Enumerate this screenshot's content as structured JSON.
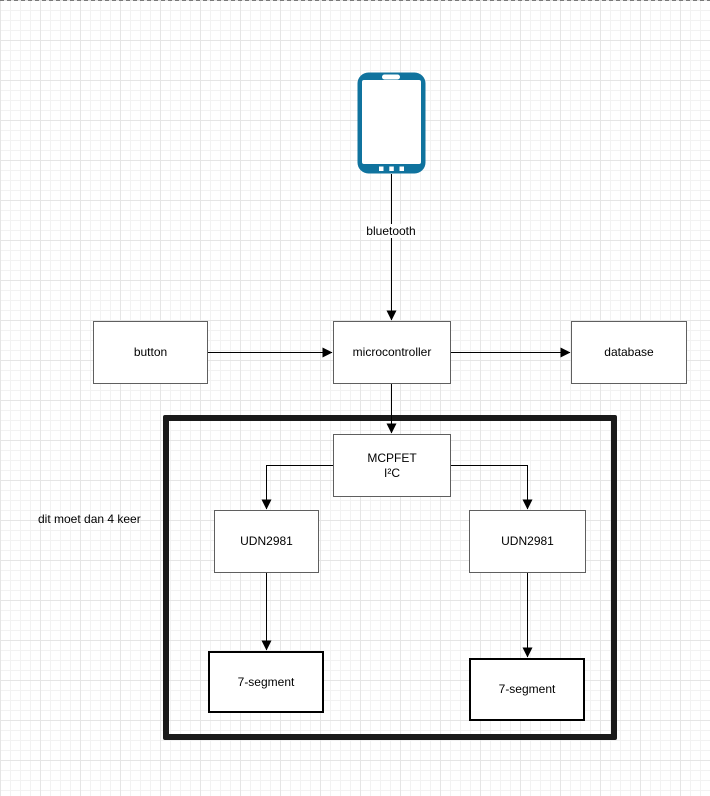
{
  "diagram": {
    "nodes": {
      "button": {
        "label": "button"
      },
      "microcontroller": {
        "label": "microcontroller"
      },
      "database": {
        "label": "database"
      },
      "mcpfet": {
        "line1": "MCPFET",
        "line2": "I²C"
      },
      "udn_left": {
        "label": "UDN2981"
      },
      "udn_right": {
        "label": "UDN2981"
      },
      "seg_left": {
        "label": "7-segment"
      },
      "seg_right": {
        "label": "7-segment"
      }
    },
    "edge_label": "bluetooth",
    "annotation": {
      "label": "dit moet dan 4 keer"
    },
    "colors": {
      "phone_fill": "#10739e",
      "node_border": "#5f5f5f",
      "segment_border": "#000000",
      "group_border": "#1a1a1a",
      "connector": "#000000"
    }
  }
}
